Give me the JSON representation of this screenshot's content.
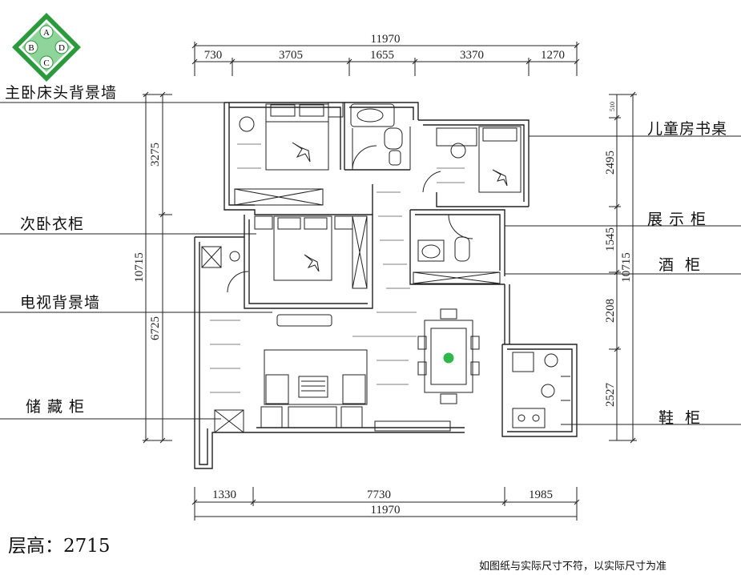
{
  "logo": {
    "letters": [
      "A",
      "B",
      "C",
      "D"
    ],
    "colors": {
      "green": "#2a9a3c",
      "light": "#8fd49a"
    }
  },
  "dimensions": {
    "top_total": "11970",
    "top_segments": [
      "730",
      "3705",
      "1655",
      "3370",
      "1270"
    ],
    "bottom_total": "11970",
    "bottom_segments": [
      "1330",
      "7730",
      "1985"
    ],
    "left_total": "10715",
    "left_segments": [
      "3275",
      "6725"
    ],
    "right_total": "10715",
    "right_segments": [
      "510",
      "2495",
      "1545",
      "2208",
      "2527"
    ]
  },
  "annotations_left": {
    "master_headboard": "主卧床头背景墙",
    "second_wardrobe": "次卧衣柜",
    "tv_wall": "电视背景墙",
    "storage": "储藏柜"
  },
  "annotations_right": {
    "kids_desk": "儿童房书桌",
    "display": "展示柜",
    "wine": "酒柜",
    "shoe": "鞋柜"
  },
  "floor_height": "层高：2715",
  "disclaimer": "如图纸与实际尺寸不符，以实际尺寸为准"
}
